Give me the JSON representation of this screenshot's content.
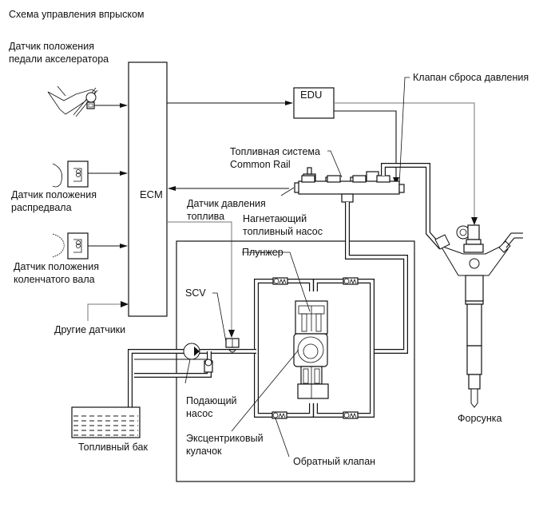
{
  "title": "Схема управления впрыском",
  "blocks": {
    "ecm": "ECM",
    "edu": "EDU"
  },
  "labels": {
    "accel_sensor": "Датчик положения\nпедали акселератора",
    "cam_sensor": "Датчик положения\nраспредвала",
    "crank_sensor": "Датчик положения\nколенчатого вала",
    "other_sensors": "Другие датчики",
    "relief_valve": "Клапан сброса давления",
    "common_rail": "Топливная система\nCommon Rail",
    "fuel_pressure_sensor": "Датчик давления\nтоплива",
    "supply_pump": "Нагнетающий\nтопливный насос",
    "plunger": "Плунжер",
    "scv": "SCV",
    "feed_pump": "Подающий\nнасос",
    "eccentric_cam": "Эксцентриковый\nкулачок",
    "check_valve": "Обратный клапан",
    "fuel_tank": "Топливный бак",
    "injector": "Форсунка"
  }
}
